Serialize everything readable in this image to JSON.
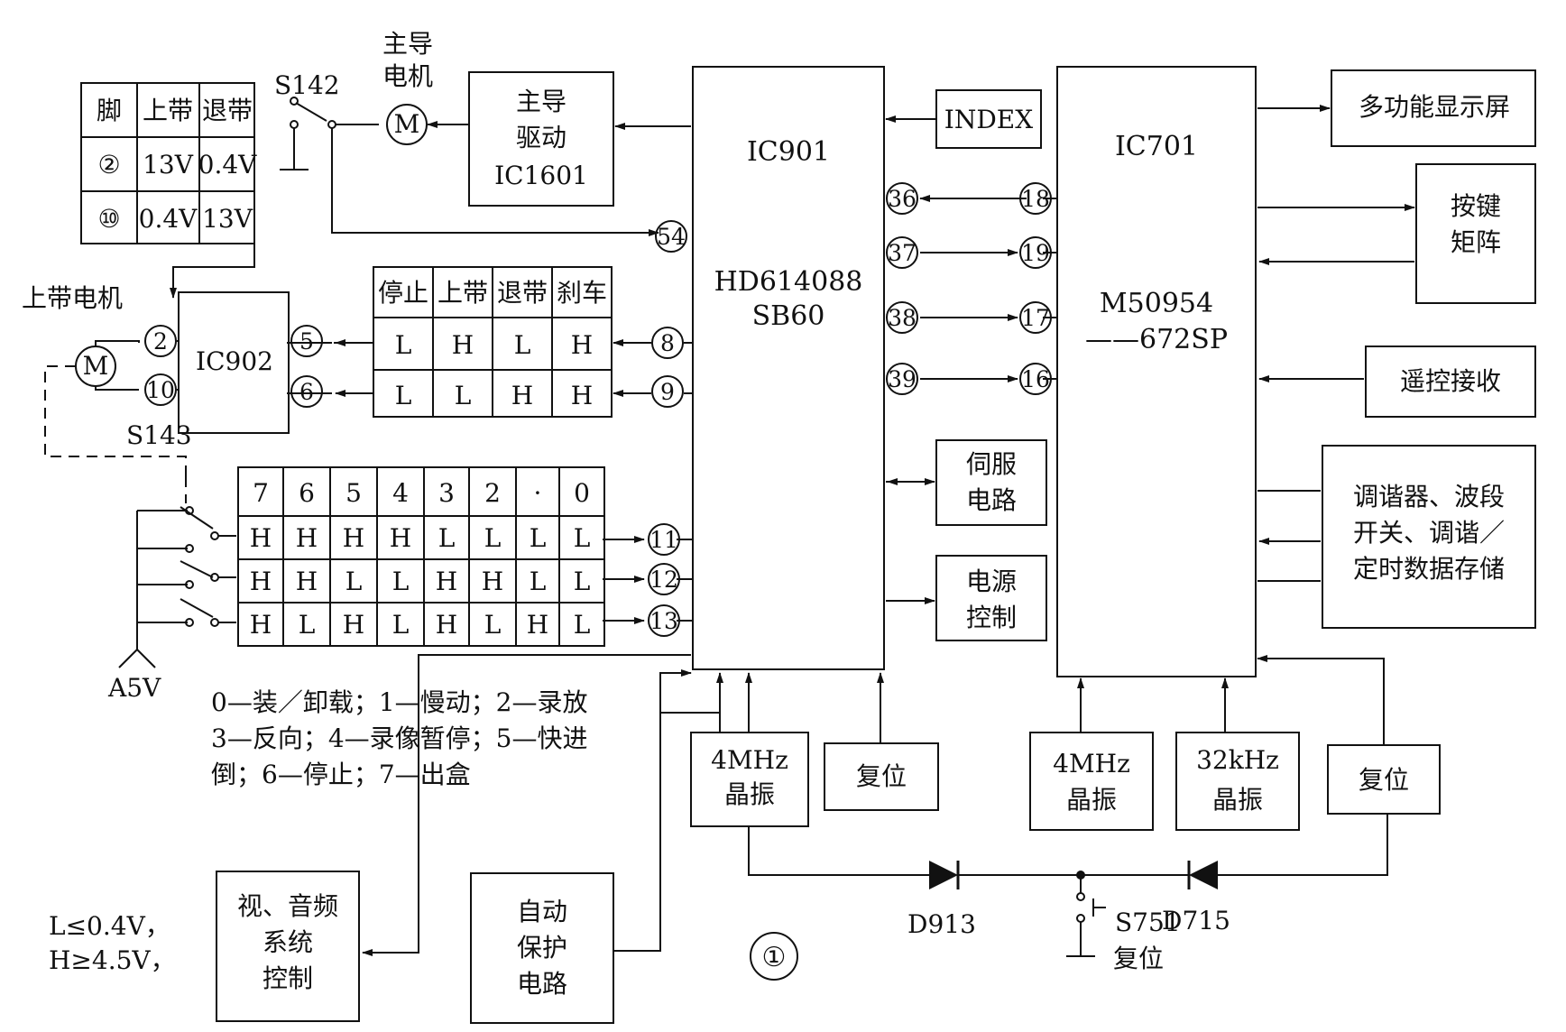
{
  "left_table": {
    "headers": [
      "脚",
      "上带",
      "退带"
    ],
    "rows": [
      [
        "②",
        "13V",
        "0.4V"
      ],
      [
        "⑩",
        "0.4V",
        "13V"
      ]
    ]
  },
  "capstan": {
    "switch": "S142",
    "motor_title": [
      "主导",
      "电机"
    ],
    "motor_symbol": "M",
    "driver": [
      "主导",
      "驱动",
      "IC1601"
    ]
  },
  "load_motor": {
    "title": "上带电机",
    "symbol": "M",
    "switch": "S143",
    "supply": "A5V"
  },
  "ic902": {
    "name": "IC902",
    "pins_left": [
      "2",
      "10"
    ],
    "pins_right": [
      "5",
      "6"
    ]
  },
  "mid_table": {
    "headers": [
      "停止",
      "上带",
      "退带",
      "刹车"
    ],
    "rows": [
      [
        "L",
        "H",
        "L",
        "H"
      ],
      [
        "L",
        "L",
        "H",
        "H"
      ]
    ],
    "pins": [
      "8",
      "9"
    ]
  },
  "mode_table": {
    "headers": [
      "7",
      "6",
      "5",
      "4",
      "3",
      "2",
      "·",
      "0"
    ],
    "rows": [
      [
        "H",
        "H",
        "H",
        "H",
        "L",
        "L",
        "L",
        "L"
      ],
      [
        "H",
        "H",
        "L",
        "L",
        "H",
        "H",
        "L",
        "L"
      ],
      [
        "H",
        "L",
        "H",
        "L",
        "H",
        "L",
        "H",
        "L"
      ]
    ],
    "pins": [
      "11",
      "12",
      "13"
    ]
  },
  "mode_legend": [
    "0—装／卸载；1—慢动；2—录放",
    "3—反向；4—录像暂停；5—快进",
    "倒；6—停止；7—出盒"
  ],
  "level_legend": [
    "L≤0.4V，",
    "H≥4.5V，"
  ],
  "ic901": {
    "name": "IC901",
    "part": [
      "HD614088",
      "SB60"
    ],
    "pin54": "54"
  },
  "ic701": {
    "name": "IC701",
    "part": [
      "M50954",
      "——672SP"
    ]
  },
  "connections": [
    {
      "left": "36",
      "right": "18"
    },
    {
      "left": "37",
      "right": "19"
    },
    {
      "left": "38",
      "right": "17"
    },
    {
      "left": "39",
      "right": "16"
    }
  ],
  "blocks": {
    "index": "INDEX",
    "servo": [
      "伺服",
      "电路"
    ],
    "power": [
      "电源",
      "控制"
    ],
    "display": "多功能显示屏",
    "keys": [
      "按键",
      "矩阵"
    ],
    "remote": "遥控接收",
    "tuner": [
      "调谐器、波段",
      "开关、调谐／",
      "定时数据存储"
    ],
    "osc901": [
      "4MHz",
      "晶振"
    ],
    "reset901": "复位",
    "osc701": [
      "4MHz",
      "晶振"
    ],
    "osc32k": [
      "32kHz",
      "晶振"
    ],
    "reset701": "复位",
    "av": [
      "视、音频",
      "系统",
      "控制"
    ],
    "protect": [
      "自动",
      "保护",
      "电路"
    ]
  },
  "reset_circuit": {
    "d913": "D913",
    "d715": "D715",
    "switch": "S751",
    "switch_label": "复位"
  },
  "figure_number": "①"
}
